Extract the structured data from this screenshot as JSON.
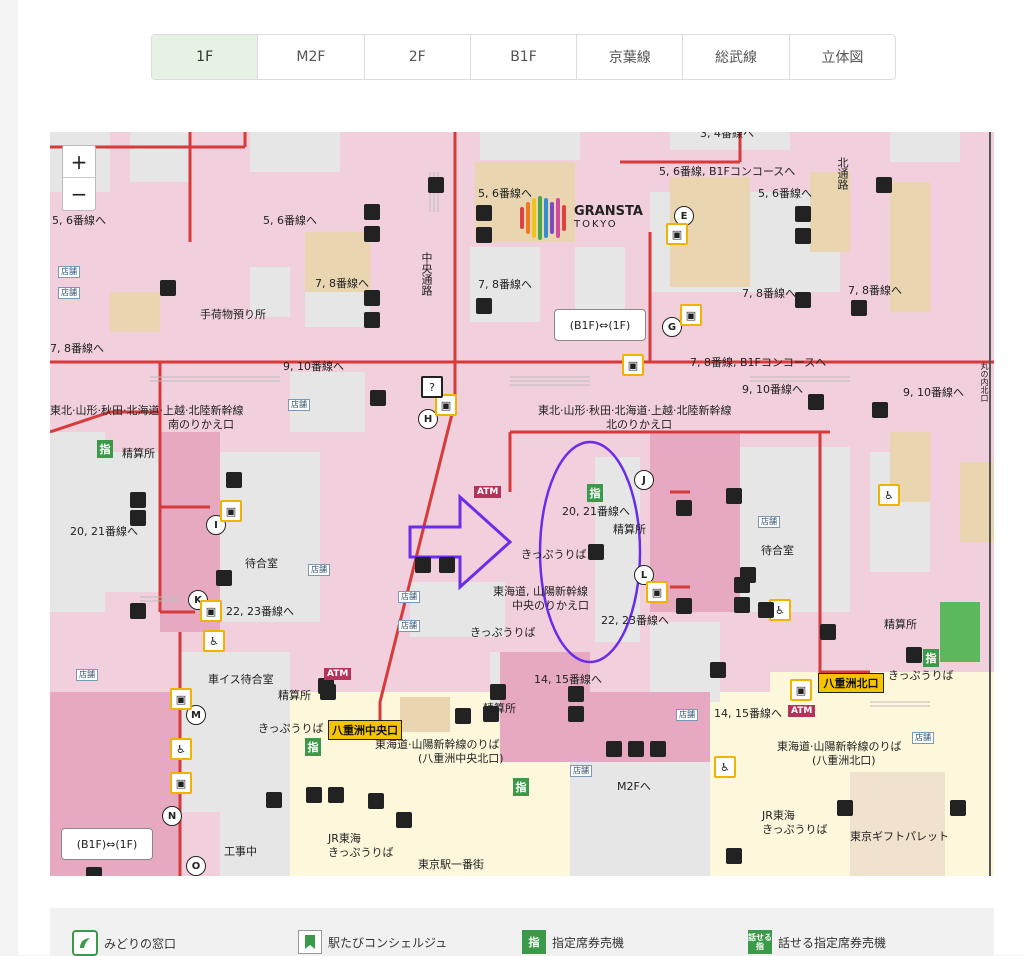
{
  "tabs": [
    {
      "label": "1F",
      "active": true
    },
    {
      "label": "M2F",
      "active": false
    },
    {
      "label": "2F",
      "active": false
    },
    {
      "label": "B1F",
      "active": false
    },
    {
      "label": "京葉線",
      "active": false
    },
    {
      "label": "総武線",
      "active": false
    },
    {
      "label": "立体図",
      "active": false
    }
  ],
  "zoom": {
    "plus": "+",
    "minus": "−"
  },
  "map": {
    "labels": {
      "p56_left": "5, 6番線へ",
      "p56_mid": "5, 6番線へ",
      "p56_top": "5, 6番線へ",
      "p56_b1f": "5, 6番線, B1Fコンコースへ",
      "p56_right": "5, 6番線へ",
      "p78_left": "7, 8番線へ",
      "p78_a": "7, 8番線へ",
      "p78_b": "7, 8番線へ",
      "p78_c": "7, 8番線へ",
      "p78_d": "7, 8番線へ",
      "p78_b1f": "7, 8番線, B1Fコンコースへ",
      "p34": "3, 4番線へ",
      "baggage": "手荷物預り所",
      "chuo_tsuro": "中央通路",
      "kita_tsuro": "北通路",
      "p910_a": "9, 10番線へ",
      "p910_b": "9, 10番線へ",
      "p910_c": "9, 10番線へ",
      "south_transfer_1": "東北·山形·秋田·北海道·上越·北陸新幹線",
      "south_transfer_2": "南のりかえ口",
      "north_transfer_1": "東北·山形·秋田·北海道·上越·北陸新幹線",
      "north_transfer_2": "北のりかえ口",
      "seisanjo_1": "精算所",
      "seisanjo_2": "精算所",
      "seisanjo_3": "精算所",
      "seisanjo_4": "精算所",
      "seisanjo_5": "精算所",
      "p2021_left": "20, 21番線へ",
      "p2021_center": "20, 21番線へ",
      "machiai_1": "待合室",
      "machiai_2": "待合室",
      "kippu_center": "きっぷうりば",
      "tokaido_1": "東海道, 山陽新幹線",
      "tokaido_2": "中央のりかえ口",
      "kippu_2": "きっぷうりば",
      "p2223_left": "22, 23番線へ",
      "p2223_center": "22, 23番線へ",
      "wheelchair_room": "車イス待合室",
      "p1415_a": "14, 15番線へ",
      "p1415_b": "14, 15番線へ",
      "yaesu_chuo": "八重洲中央口",
      "yaesu_kita": "八重洲北口",
      "kippu_3": "きっぷうりば",
      "kippu_4": "きっぷうりば",
      "tokaido_chuo_1": "東海道·山陽新幹線のりば",
      "tokaido_chuo_2": "(八重洲中央北口)",
      "tokaido_kita_1": "東海道·山陽新幹線のりば",
      "tokaido_kita_2": "(八重洲北口)",
      "m2f": "M2Fへ",
      "jr_tokai_1_a": "JR東海",
      "jr_tokai_1_b": "きっぷうりば",
      "jr_tokai_2_a": "JR東海",
      "jr_tokai_2_b": "きっぷうりば",
      "construction": "工事中",
      "ichibangai": "東京駅一番街",
      "gift": "東京ギフトパレット",
      "granstar": "GRANSTA",
      "granstar_sub": "TOKYO",
      "b1f_1f_top": "(B1F)⇔(1F)",
      "b1f_1f_bottom": "(B1F)⇔(1F)",
      "shop": "店舗",
      "atm": "ATM",
      "ticket_badge": "指",
      "marunouchi": "丸の内北口"
    },
    "points": [
      "E",
      "G",
      "H",
      "I",
      "J",
      "K",
      "L",
      "M",
      "N",
      "O"
    ],
    "colors": {
      "concourse": "#f1cfdc",
      "platform": "#e8e8e8",
      "tan": "#e9d6b0",
      "route": "#d63a3a",
      "highlight": "#6a2ee8",
      "yaesu": "#fdf8dc"
    }
  },
  "legend": [
    {
      "label": "みどりの窓口",
      "icon": "midori-icon"
    },
    {
      "label": "駅たびコンシェルジュ",
      "icon": "concierge-icon"
    },
    {
      "label": "指定席券売機",
      "icon": "reserved-ticket-icon",
      "glyph": "指"
    },
    {
      "label": "話せる指定席券売機",
      "icon": "talking-ticket-icon",
      "glyph": "話せる指"
    }
  ]
}
